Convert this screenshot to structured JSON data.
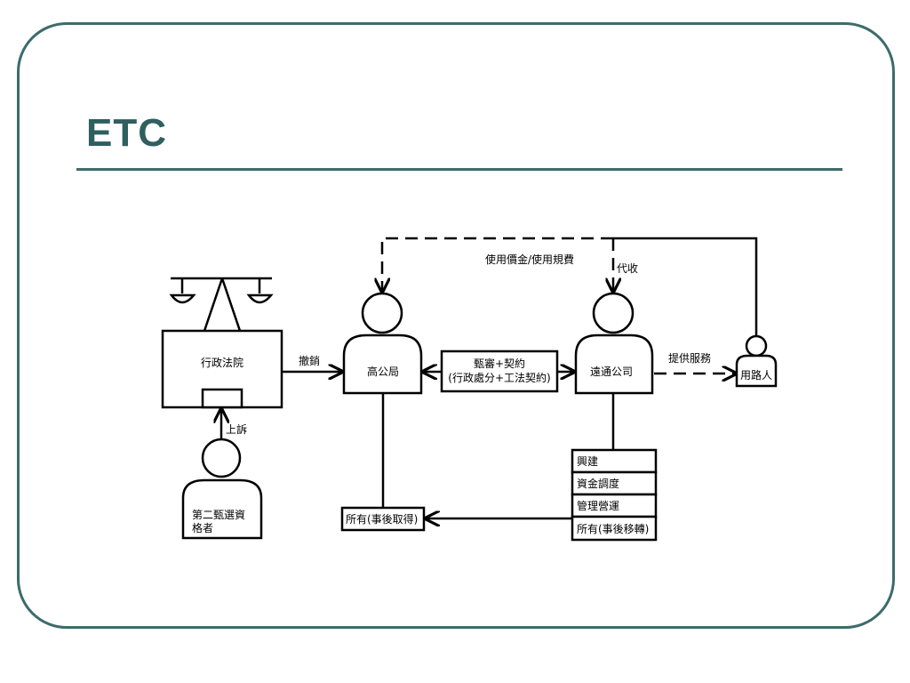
{
  "slide": {
    "title": "ETC"
  },
  "diagram": {
    "court": "行政法院",
    "highway_bureau": "高公局",
    "far_eastern": "遠通公司",
    "road_user": "用路人",
    "second_bidder_line1": "第二甄選資",
    "second_bidder_line2": "格者",
    "ownership_box": "所有(事後取得)",
    "contract_box_line1": "甄審+契約",
    "contract_box_line2": "(行政處分+工法契約)",
    "duties": [
      "興建",
      "資金調度",
      "管理營運",
      "所有(事後移轉)"
    ],
    "labels": {
      "revoke": "撤銷",
      "appeal": "上訴",
      "fees": "使用價金/使用規費",
      "collect": "代收",
      "service": "提供服務"
    }
  }
}
